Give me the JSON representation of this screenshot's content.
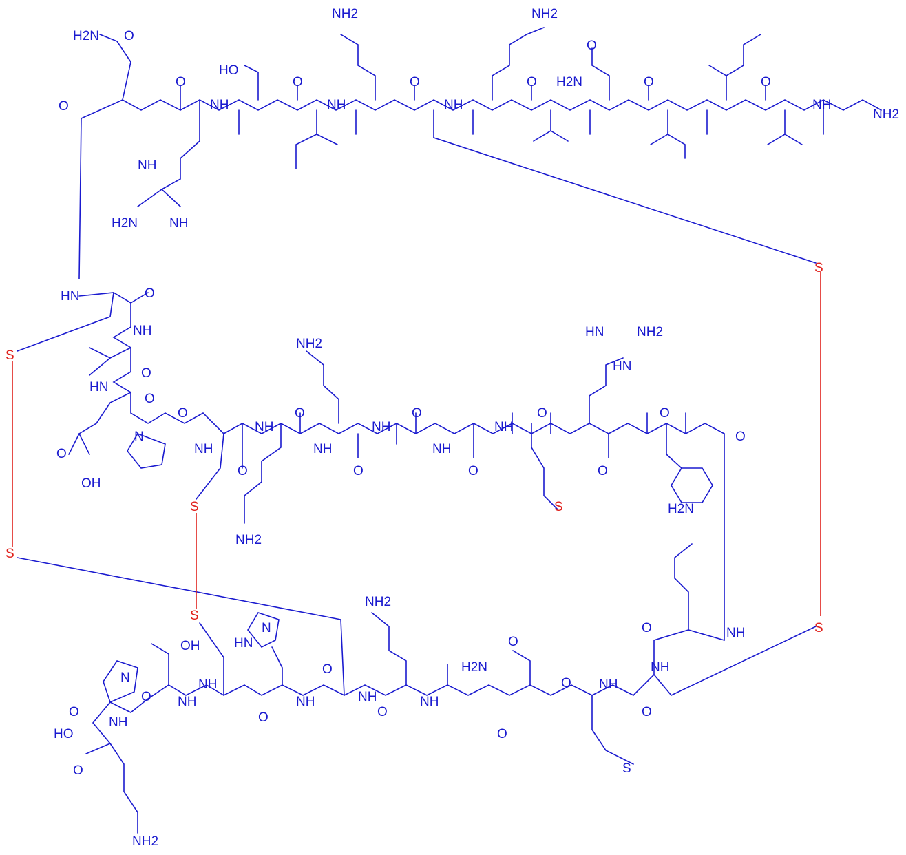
{
  "molecule": {
    "description_visible": false,
    "colors": {
      "bond": "#1a1acf",
      "disulfide": "#e0201b"
    },
    "labels": [
      {
        "id": "l1",
        "text": "H2N"
      },
      {
        "id": "l2",
        "text": "O"
      },
      {
        "id": "l3",
        "text": "NH2"
      },
      {
        "id": "l4",
        "text": "NH2"
      },
      {
        "id": "l5",
        "text": "HO"
      },
      {
        "id": "l6",
        "text": "O"
      },
      {
        "id": "l7",
        "text": "O"
      },
      {
        "id": "l8",
        "text": "NH"
      },
      {
        "id": "l9",
        "text": "NH"
      },
      {
        "id": "l10",
        "text": "N"
      },
      {
        "id": "l11",
        "text": "O"
      },
      {
        "id": "l12",
        "text": "O"
      },
      {
        "id": "l13",
        "text": "O"
      },
      {
        "id": "l14",
        "text": "H2N"
      },
      {
        "id": "l15",
        "text": "O"
      },
      {
        "id": "l16",
        "text": "NH"
      },
      {
        "id": "l17",
        "text": "O"
      },
      {
        "id": "l18",
        "text": "NH"
      },
      {
        "id": "l19",
        "text": "NH2"
      },
      {
        "id": "l20",
        "text": "O"
      },
      {
        "id": "l21",
        "text": "HN"
      },
      {
        "id": "l22",
        "text": "NH"
      },
      {
        "id": "l23",
        "text": "H2N"
      },
      {
        "id": "l24",
        "text": "NH"
      },
      {
        "id": "l25",
        "text": "S"
      },
      {
        "id": "l26",
        "text": "HN"
      },
      {
        "id": "l27",
        "text": "O"
      },
      {
        "id": "l28",
        "text": "NH"
      },
      {
        "id": "l29",
        "text": "S"
      },
      {
        "id": "l30",
        "text": "HN"
      },
      {
        "id": "l31",
        "text": "O"
      },
      {
        "id": "l32",
        "text": "NH2"
      },
      {
        "id": "l33",
        "text": "HN"
      },
      {
        "id": "l34",
        "text": "NH2"
      },
      {
        "id": "l35",
        "text": "HN"
      },
      {
        "id": "l36",
        "text": "O"
      },
      {
        "id": "l37",
        "text": "O"
      },
      {
        "id": "l38",
        "text": "N"
      },
      {
        "id": "l39",
        "text": "O"
      },
      {
        "id": "l40",
        "text": "NH"
      },
      {
        "id": "l41",
        "text": "O"
      },
      {
        "id": "l42",
        "text": "N"
      },
      {
        "id": "l43",
        "text": "O"
      },
      {
        "id": "l44",
        "text": "NH"
      },
      {
        "id": "l45",
        "text": "O"
      },
      {
        "id": "l46",
        "text": "NH"
      },
      {
        "id": "l47",
        "text": "O"
      },
      {
        "id": "l48",
        "text": "N"
      },
      {
        "id": "l49",
        "text": "O"
      },
      {
        "id": "l50",
        "text": "NH"
      },
      {
        "id": "l51",
        "text": "O"
      },
      {
        "id": "l52",
        "text": "N"
      },
      {
        "id": "l53",
        "text": "O"
      },
      {
        "id": "l54",
        "text": "NH"
      },
      {
        "id": "l55",
        "text": "O"
      },
      {
        "id": "l56",
        "text": "NH"
      },
      {
        "id": "l57",
        "text": "O"
      },
      {
        "id": "l58",
        "text": "O"
      },
      {
        "id": "l59",
        "text": "OH"
      },
      {
        "id": "l60",
        "text": "S"
      },
      {
        "id": "l61",
        "text": "S"
      },
      {
        "id": "l62",
        "text": "NH2"
      },
      {
        "id": "l63",
        "text": "H2N"
      },
      {
        "id": "l64",
        "text": "S"
      },
      {
        "id": "l65",
        "text": "NH2"
      },
      {
        "id": "l66",
        "text": "S"
      },
      {
        "id": "l67",
        "text": "S"
      },
      {
        "id": "l68",
        "text": "OH"
      },
      {
        "id": "l69",
        "text": "N"
      },
      {
        "id": "l70",
        "text": "HN"
      },
      {
        "id": "l71",
        "text": "N"
      },
      {
        "id": "l72",
        "text": "O"
      },
      {
        "id": "l73",
        "text": "NH"
      },
      {
        "id": "l74",
        "text": "H2N"
      },
      {
        "id": "l75",
        "text": "O"
      },
      {
        "id": "l76",
        "text": "NH"
      },
      {
        "id": "l77",
        "text": "O"
      },
      {
        "id": "l78",
        "text": "NH"
      },
      {
        "id": "l79",
        "text": "O"
      },
      {
        "id": "l80",
        "text": "NH"
      },
      {
        "id": "l81",
        "text": "NH"
      },
      {
        "id": "l82",
        "text": "O"
      },
      {
        "id": "l83",
        "text": "NH"
      },
      {
        "id": "l84",
        "text": "O"
      },
      {
        "id": "l85",
        "text": "O"
      },
      {
        "id": "l86",
        "text": "NH"
      },
      {
        "id": "l87",
        "text": "O"
      },
      {
        "id": "l88",
        "text": "NH"
      },
      {
        "id": "l89",
        "text": "O"
      },
      {
        "id": "l90",
        "text": "HO"
      },
      {
        "id": "l91",
        "text": "O"
      },
      {
        "id": "l92",
        "text": "S"
      },
      {
        "id": "l93",
        "text": "NH2"
      },
      {
        "id": "l94",
        "text": "O"
      },
      {
        "id": "l95",
        "text": "NH"
      },
      {
        "id": "l96",
        "text": "O"
      }
    ]
  }
}
